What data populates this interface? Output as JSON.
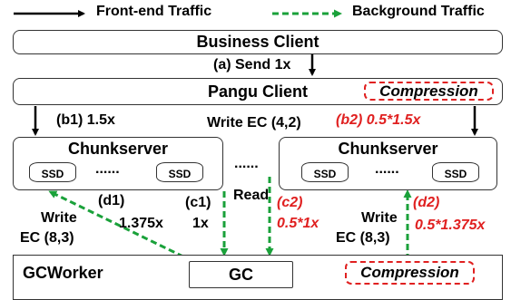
{
  "legend": {
    "frontend_label": "Front-end Traffic",
    "background_label": "Background Traffic"
  },
  "business_client": {
    "label": "Business Client"
  },
  "send_label": "(a) Send 1x",
  "pangu_client": {
    "label": "Pangu Client",
    "compression_label": "Compression"
  },
  "b1_label": "(b1) 1.5x",
  "write_ec_top": "Write EC (4,2)",
  "b2_label": "(b2) 0.5*1.5x",
  "chunkserver_left": {
    "label": "Chunkserver",
    "ssd1": "SSD",
    "dots": "......",
    "ssd2": "SSD"
  },
  "middle_dots": "......",
  "chunkserver_right": {
    "label": "Chunkserver",
    "ssd1": "SSD",
    "dots": "......",
    "ssd2": "SSD"
  },
  "d1": {
    "id": "(d1)",
    "ratio": "1.375x",
    "write": "Write",
    "ec": "EC (8,3)"
  },
  "c1": {
    "id": "(c1)",
    "ratio": "1x"
  },
  "read_label": "Read",
  "c2": {
    "id": "(c2)",
    "ratio": "0.5*1x"
  },
  "d2": {
    "write": "Write",
    "ec": "EC (8,3)",
    "id": "(d2)",
    "ratio": "0.5*1.375x"
  },
  "gcworker": {
    "label": "GCWorker",
    "gc_label": "GC",
    "compression_label": "Compression"
  },
  "colors": {
    "frontend": "#000000",
    "background": "#1aa13a",
    "highlight": "#e02020"
  }
}
